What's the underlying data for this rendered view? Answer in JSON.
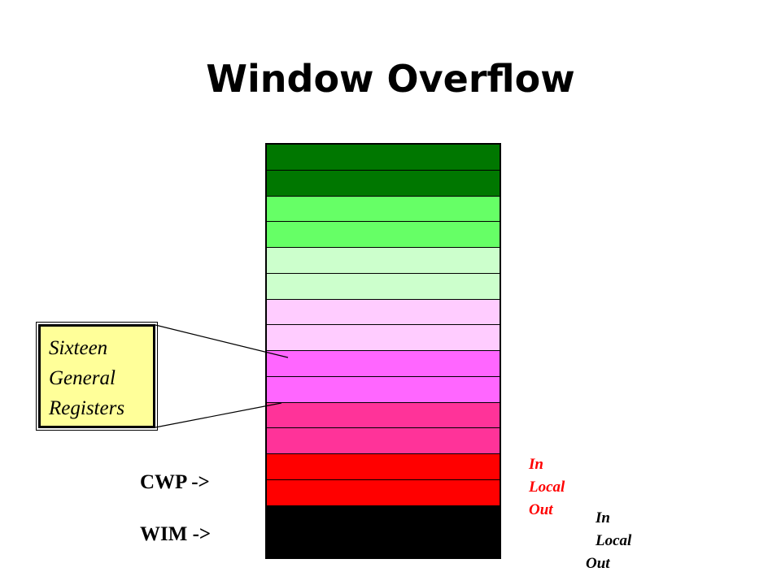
{
  "title": "Window Overflow",
  "register_stack": {
    "rows": [
      {
        "color": "#007700"
      },
      {
        "color": "#007700"
      },
      {
        "color": "#66ff66"
      },
      {
        "color": "#66ff66"
      },
      {
        "color": "#ccffcc"
      },
      {
        "color": "#ccffcc"
      },
      {
        "color": "#ffccff"
      },
      {
        "color": "#ffccff"
      },
      {
        "color": "#ff66ff"
      },
      {
        "color": "#ff66ff"
      },
      {
        "color": "#ff3399"
      },
      {
        "color": "#ff3399"
      },
      {
        "color": "#ff0000"
      },
      {
        "color": "#ff0000"
      },
      {
        "color": "#000000"
      },
      {
        "color": "#000000"
      }
    ]
  },
  "callout": {
    "line1": "Sixteen",
    "line2": "General",
    "line3": "Registers"
  },
  "pointers": {
    "cwp": "CWP ->",
    "wim": "WIM ->"
  },
  "window_labels": {
    "current": {
      "in": "In",
      "local": "Local",
      "out": "Out",
      "color": "#ff0000"
    },
    "invalid": {
      "in": "In",
      "local": "Local",
      "out": "Out",
      "color": "#000000"
    }
  }
}
